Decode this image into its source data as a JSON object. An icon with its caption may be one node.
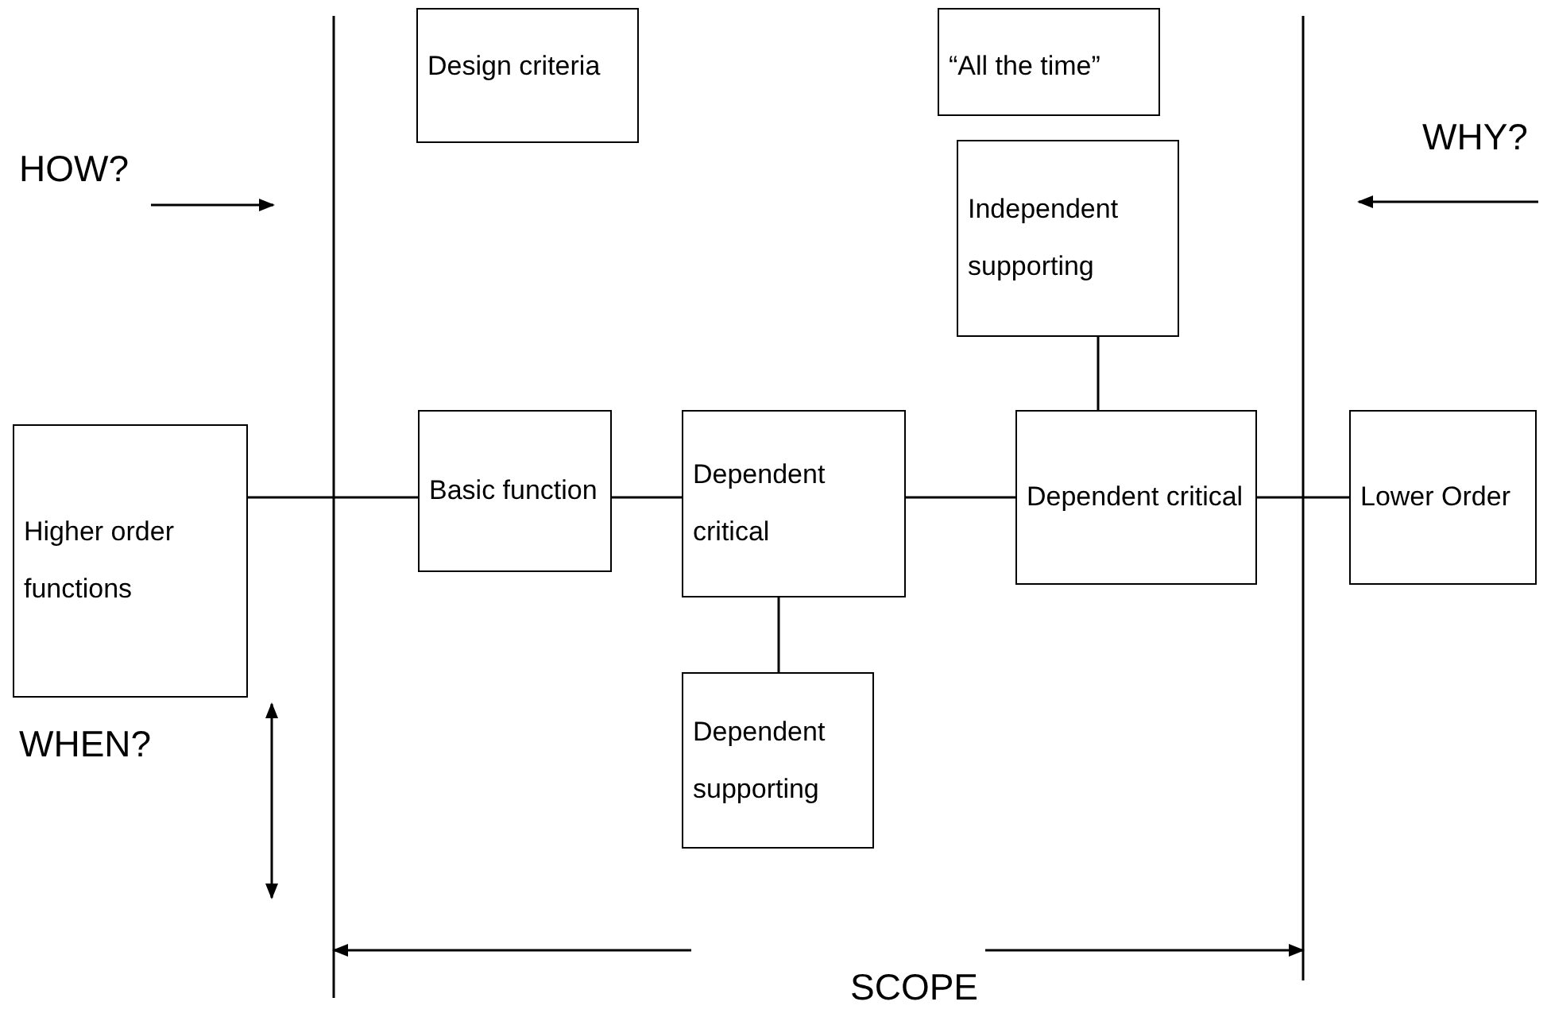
{
  "diagram": {
    "nodes": [
      {
        "text": [
          "Design criteria"
        ]
      },
      {
        "text": [
          "“All the time”"
        ]
      },
      {
        "text": [
          "Independent supporting"
        ]
      },
      {
        "text": [
          "Higher order functions"
        ]
      },
      {
        "text": [
          "Basic function"
        ]
      },
      {
        "text": [
          "Dependent critical"
        ]
      },
      {
        "text": [
          "Dependent critical"
        ]
      },
      {
        "text": [
          "Lower Order"
        ]
      },
      {
        "text": [
          "Dependent supporting"
        ]
      }
    ],
    "edges": [
      {
        "from": 3,
        "to": 4,
        "arrow": "none"
      },
      {
        "from": 4,
        "to": 5,
        "arrow": "none"
      },
      {
        "from": 5,
        "to": 6,
        "arrow": "none"
      },
      {
        "from": 6,
        "to": 7,
        "arrow": "none"
      },
      {
        "from": 2,
        "to": 6,
        "arrow": "none"
      },
      {
        "from": 5,
        "to": 8,
        "arrow": "none"
      }
    ],
    "labels": [
      "HOW?",
      "WHY?",
      "WHEN?",
      "SCOPE"
    ]
  }
}
